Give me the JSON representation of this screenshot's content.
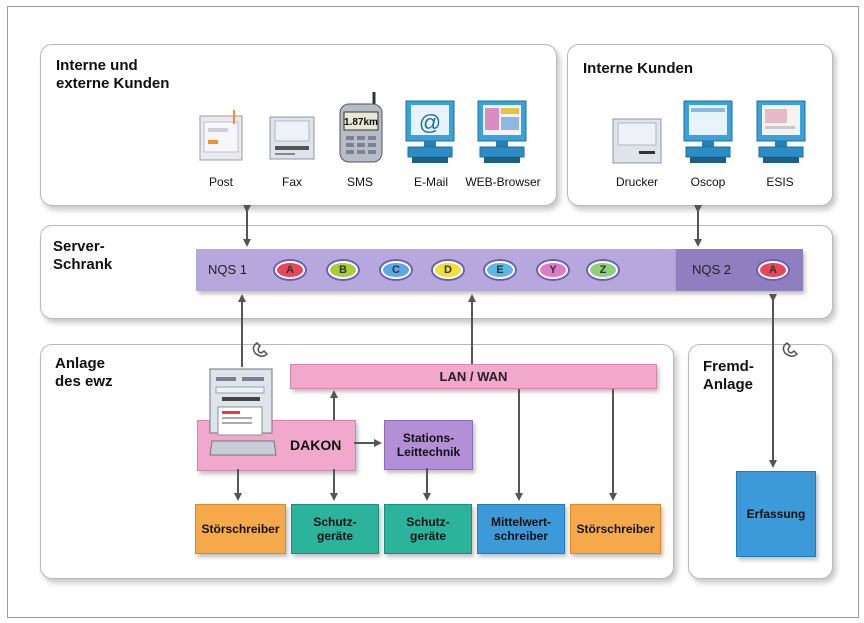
{
  "panels": {
    "kunden": {
      "title": "Interne und\nexterne Kunden"
    },
    "intern": {
      "title": "Interne Kunden"
    },
    "server": {
      "title": "Server-\nSchrank"
    },
    "anlage": {
      "title": "Anlage\ndes ewz"
    },
    "fremd": {
      "title": "Fremd-\nAnlage"
    }
  },
  "devices_external": [
    {
      "label": "Post",
      "icon": "letterbox-icon"
    },
    {
      "label": "Fax",
      "icon": "fax-icon"
    },
    {
      "label": "SMS",
      "icon": "mobile-phone-icon",
      "screen": "1.87km"
    },
    {
      "label": "E-Mail",
      "icon": "email-monitor-icon",
      "screen": "@"
    },
    {
      "label": "WEB-Browser",
      "icon": "web-monitor-icon"
    }
  ],
  "devices_internal": [
    {
      "label": "Drucker",
      "icon": "printer-icon"
    },
    {
      "label": "Oscop",
      "icon": "monitor-icon"
    },
    {
      "label": "ESIS",
      "icon": "monitor-icon"
    }
  ],
  "nqs1": {
    "label": "NQS 1",
    "nodes": [
      "A",
      "B",
      "C",
      "D",
      "E",
      "Y",
      "Z"
    ]
  },
  "nqs2": {
    "label": "NQS 2",
    "nodes": [
      "A"
    ]
  },
  "node_colors": {
    "A": "#e8475a",
    "B": "#a8cf3a",
    "C": "#5aa8e8",
    "D": "#f2e03a",
    "E": "#5ab8e8",
    "Y": "#e07ac8",
    "Z": "#8cd07a"
  },
  "lan": {
    "label": "LAN / WAN"
  },
  "dakon": {
    "label": "DAKON"
  },
  "stations": {
    "label": "Stations-\nLeittechnik"
  },
  "bottom_boxes": [
    {
      "label": "Störschreiber",
      "color": "#f5a94a"
    },
    {
      "label": "Schutz-\ngeräte",
      "color": "#2bb39c"
    },
    {
      "label": "Schutz-\ngeräte",
      "color": "#2bb39c"
    },
    {
      "label": "Mittelwert-\nschreiber",
      "color": "#3d9ad8"
    },
    {
      "label": "Störschreiber",
      "color": "#f5a94a"
    }
  ],
  "erfassung": {
    "label": "Erfassung",
    "color": "#3d9ad8"
  },
  "colors": {
    "server_bar": "#b6a7dc",
    "server_bar_dark": "#8f7fc0",
    "lan_bar": "#f2a8cc",
    "dakon": "#f2a8cc",
    "stations": "#b38fd8"
  }
}
